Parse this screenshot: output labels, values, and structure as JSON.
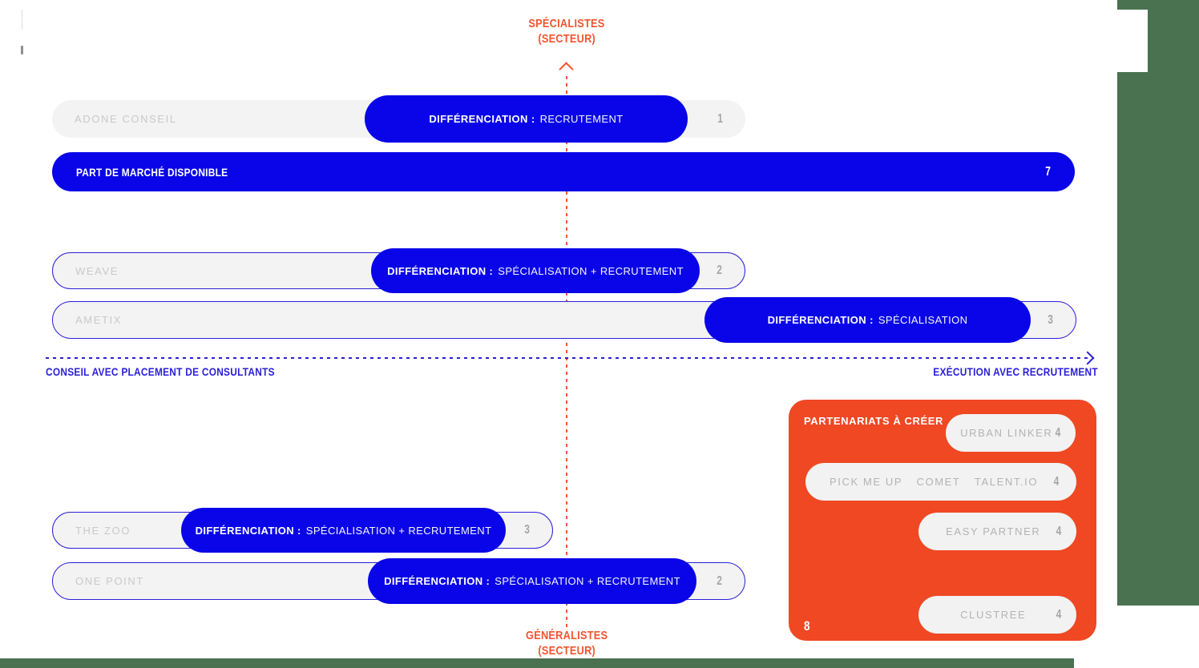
{
  "colors": {
    "blue": "#0A04E8",
    "blue-line": "#2A1FD8",
    "orange": "#EF4823",
    "orange-text": "#F1552F",
    "green": "#4A7150",
    "pill-bg": "#F3F3F3"
  },
  "axis": {
    "top": {
      "line1": "SPÉCIALISTES",
      "line2": "(SECTEUR)"
    },
    "bottom": {
      "line1": "GÉNÉRALISTES",
      "line2": "(SECTEUR)"
    },
    "left": "CONSEIL AVEC PLACEMENT DE CONSULTANTS",
    "right": "EXÉCUTION AVEC RECRUTEMENT"
  },
  "market_row": {
    "label": "PART DE MARCHÉ DISPONIBLE",
    "score": "7"
  },
  "rows": [
    {
      "company": "ADONE CONSEIL",
      "diff_label": "DIFFÉRENCIATION :",
      "diff_value": "RECRUTEMENT",
      "score": "1"
    },
    {
      "company": "WEAVE",
      "diff_label": "DIFFÉRENCIATION :",
      "diff_value": "SPÉCIALISATION + RECRUTEMENT",
      "score": "2"
    },
    {
      "company": "AMETIX",
      "diff_label": "DIFFÉRENCIATION :",
      "diff_value": "SPÉCIALISATION",
      "score": "3"
    },
    {
      "company": "THE ZOO",
      "diff_label": "DIFFÉRENCIATION :",
      "diff_value": "SPÉCIALISATION + RECRUTEMENT",
      "score": "3"
    },
    {
      "company": "ONE POINT",
      "diff_label": "DIFFÉRENCIATION :",
      "diff_value": "SPÉCIALISATION + RECRUTEMENT",
      "score": "2"
    }
  ],
  "partnerships": {
    "title": "PARTENARIATS À CRÉER",
    "total": "8",
    "pills": [
      {
        "name": "URBAN LINKER",
        "score": "4"
      },
      {
        "names": [
          "PICK ME UP",
          "COMET",
          "TALENT.IO"
        ],
        "score": "4"
      },
      {
        "name": "EASY PARTNER",
        "score": "4"
      },
      {
        "name": "CLUSTREE",
        "score": "4"
      }
    ]
  }
}
